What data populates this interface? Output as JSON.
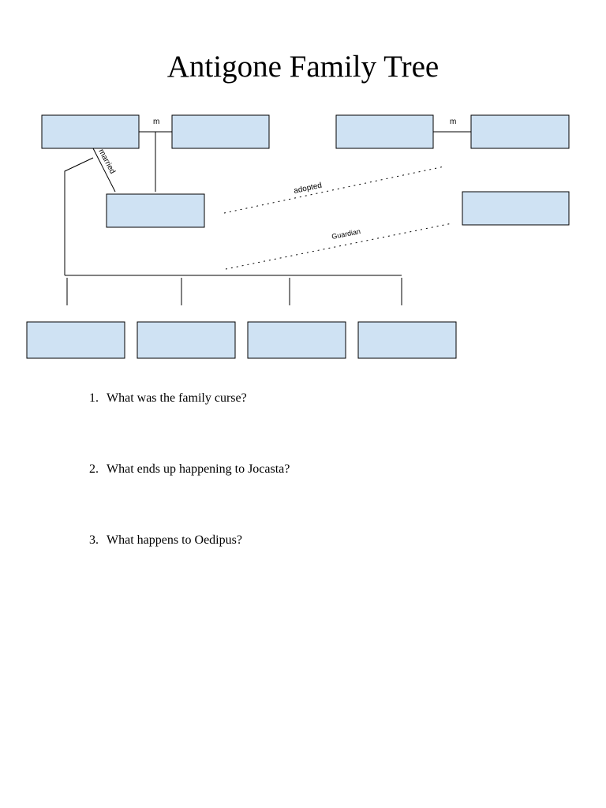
{
  "document": {
    "title": "Antigone Family Tree"
  },
  "tree": {
    "labels": {
      "m1": "m",
      "m2": "m",
      "married": "married",
      "adopted": "adopted",
      "guardian": "Guardian"
    },
    "box_fill": "#cfe2f3"
  },
  "questions": [
    {
      "number": "1.",
      "text": "What was the family curse?"
    },
    {
      "number": "2.",
      "text": "What ends up happening to Jocasta?"
    },
    {
      "number": "3.",
      "text": "What happens to Oedipus?"
    }
  ]
}
